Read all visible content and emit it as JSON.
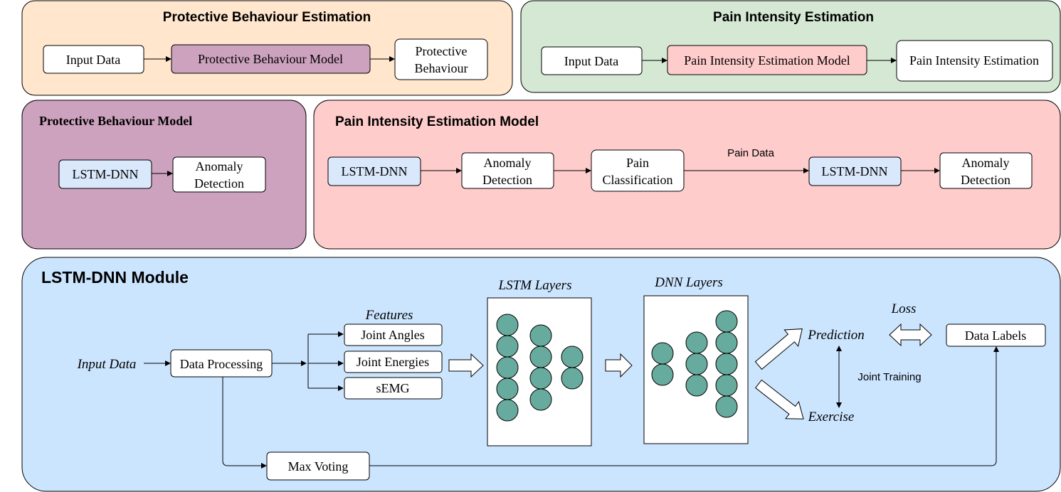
{
  "colors": {
    "protective_panel": "#ffe6cc",
    "pain_panel": "#d5e8d4",
    "protective_model_panel": "#cda2be",
    "protective_model_box": "#cda2be",
    "pain_model_panel": "#ffcccc",
    "lstm_box": "#dae8fc",
    "module_panel": "#cce5ff",
    "neuron": "#67ab9f",
    "stroke": "#000000",
    "white": "#ffffff"
  },
  "protective_estimation": {
    "title": "Protective Behaviour Estimation",
    "input": "Input Data",
    "model": "Protective Behaviour Model",
    "output_line1": "Protective",
    "output_line2": "Behaviour"
  },
  "pain_estimation": {
    "title": "Pain Intensity Estimation",
    "input": "Input Data",
    "model": "Pain Intensity Estimation Model",
    "output": "Pain Intensity Estimation"
  },
  "protective_model": {
    "title": "Protective Behaviour Model",
    "lstm": "LSTM-DNN",
    "anomaly_line1": "Anomaly",
    "anomaly_line2": "Detection"
  },
  "pain_model": {
    "title": "Pain Intensity Estimation Model",
    "lstm1": "LSTM-DNN",
    "anomaly1_line1": "Anomaly",
    "anomaly1_line2": "Detection",
    "classification_line1": "Pain",
    "classification_line2": "Classification",
    "pain_data": "Pain Data",
    "lstm2": "LSTM-DNN",
    "anomaly2_line1": "Anomaly",
    "anomaly2_line2": "Detection"
  },
  "module": {
    "title": "LSTM-DNN Module",
    "input": "Input Data",
    "processing": "Data Processing",
    "features_label": "Features",
    "feature_items": [
      "Joint Angles",
      "Joint Energies",
      "sEMG"
    ],
    "lstm_layers_label": "LSTM Layers",
    "dnn_layers_label": "DNN Layers",
    "lstm_neurons_per_column": [
      5,
      4,
      2
    ],
    "dnn_neurons_per_column": [
      2,
      3,
      5
    ],
    "prediction": "Prediction",
    "exercise": "Exercise",
    "loss": "Loss",
    "joint_training": "Joint Training",
    "data_labels": "Data Labels",
    "max_voting": "Max Voting"
  }
}
